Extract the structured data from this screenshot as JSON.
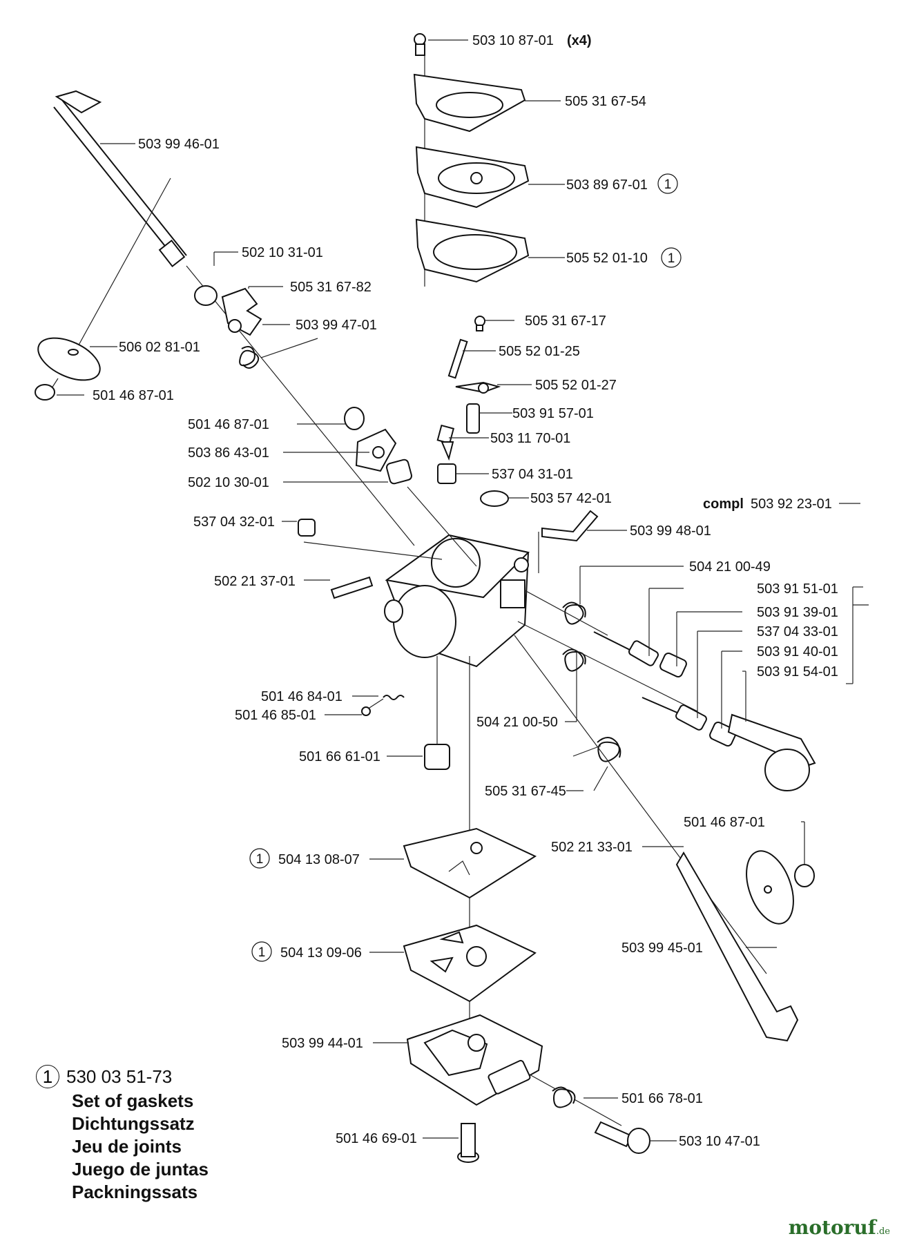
{
  "labels": {
    "l_5031087": "503 10 87-01",
    "l_x4": "(x4)",
    "l_5053167_54": "505 31 67-54",
    "l_5038967": "503 89 67-01",
    "l_5055201_10": "505 52 01-10",
    "l_5039946": "503 99 46-01",
    "l_5021031": "502 10 31-01",
    "l_5053167_82": "505 31 67-82",
    "l_5039947": "503 99 47-01",
    "l_5060281": "506 02 81-01",
    "l_5014687_a": "501 46 87-01",
    "l_5053167_17": "505 31 67-17",
    "l_5055201_25": "505 52 01-25",
    "l_5055201_27": "505 52 01-27",
    "l_5039157": "503 91 57-01",
    "l_5014687_b": "501 46 87-01",
    "l_5031170": "503 11 70-01",
    "l_5038643": "503 86 43-01",
    "l_5370431": "537 04 31-01",
    "l_5021030": "502 10 30-01",
    "l_5035742": "503 57 42-01",
    "l_compl": "compl",
    "l_5039223": "503 92 23-01",
    "l_5370432": "537 04 32-01",
    "l_5039948": "503 99 48-01",
    "l_5042100_49": "504 21 00-49",
    "l_5022137": "502 21 37-01",
    "l_5039151": "503 91 51-01",
    "l_5039139": "503 91 39-01",
    "l_5370433": "537 04 33-01",
    "l_5039140": "503 91 40-01",
    "l_5039154": "503 91 54-01",
    "l_5014684": "501 46 84-01",
    "l_5014685": "501 46 85-01",
    "l_5042100_50": "504 21 00-50",
    "l_5016661": "501 66 61-01",
    "l_5053167_45": "505 31 67-45",
    "l_5014687_c": "501 46 87-01",
    "l_5041308": "504 13 08-07",
    "l_5022133": "502 21 33-01",
    "l_5039945": "503 99 45-01",
    "l_5041309": "504 13 09-06",
    "l_5039944": "503 99 44-01",
    "l_5016678": "501 66 78-01",
    "l_5014669": "501 46 69-01",
    "l_5031047": "503 10 47-01"
  },
  "gasket_marker": "1",
  "legend": {
    "marker": "1",
    "part_number": "530 03 51-73",
    "names": [
      "Set of gaskets",
      "Dichtungssatz",
      "Jeu de joints",
      "Juego de juntas",
      "Packningssats"
    ]
  },
  "brand": {
    "name": "motoruf",
    "tld": ".de"
  }
}
